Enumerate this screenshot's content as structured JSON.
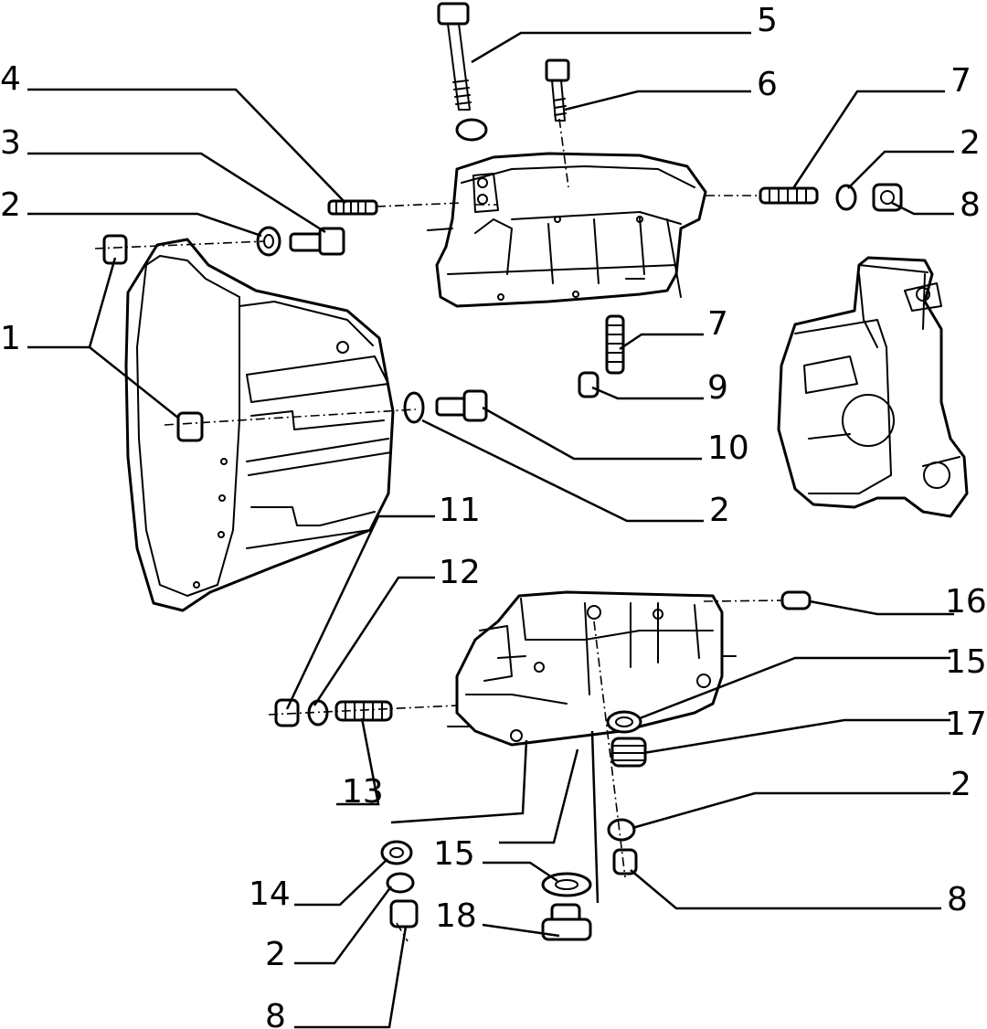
{
  "callouts": {
    "c1": "1",
    "c2a": "2",
    "c2b": "2",
    "c2c": "2",
    "c2d": "2",
    "c2e": "2",
    "c3": "3",
    "c4": "4",
    "c5": "5",
    "c6": "6",
    "c7a": "7",
    "c7b": "7",
    "c8a": "8",
    "c8b": "8",
    "c8c": "8",
    "c9": "9",
    "c10": "10",
    "c11": "11",
    "c12": "12",
    "c13": "13",
    "c14": "14",
    "c15a": "15",
    "c15b": "15",
    "c16": "16",
    "c17": "17",
    "c18": "18"
  }
}
